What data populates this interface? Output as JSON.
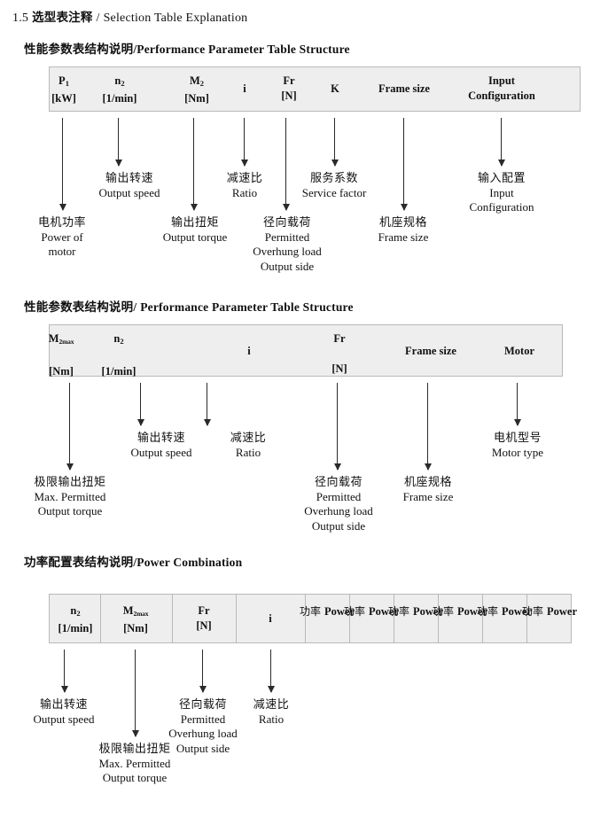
{
  "page": {
    "heading": {
      "number": "1.5",
      "cn": "选型表注释",
      "sep": "/",
      "en": "Selection Table Explanation"
    }
  },
  "sections": [
    {
      "title_cn": "性能参数表结构说明",
      "title_sep": "/",
      "title_en": "Performance Parameter Table Structure",
      "table": {
        "headers": [
          {
            "symbol": "P",
            "sub": "1",
            "unit": "[kW]"
          },
          {
            "symbol": "n",
            "sub": "2",
            "unit": "[1/min]"
          },
          {
            "symbol": "M",
            "sub": "2",
            "unit": "[Nm]"
          },
          {
            "symbol": "i",
            "sub": "",
            "unit": ""
          },
          {
            "symbol": "Fr",
            "sub": "",
            "unit": "[N]"
          },
          {
            "symbol": "K",
            "sub": "",
            "unit": ""
          },
          {
            "symbol": "Frame size",
            "sub": "",
            "unit": ""
          },
          {
            "symbol": "Input",
            "sub": "",
            "unit": "Configuration"
          }
        ]
      },
      "annotations": [
        {
          "cn": "电机功率",
          "en": [
            "Power of",
            "motor"
          ]
        },
        {
          "cn": "输出转速",
          "en": [
            "Output speed"
          ]
        },
        {
          "cn": "输出扭矩",
          "en": [
            "Output torque"
          ]
        },
        {
          "cn": "减速比",
          "en": [
            "Ratio"
          ]
        },
        {
          "cn": "径向载荷",
          "en": [
            "Permitted",
            "Overhung load",
            "Output side"
          ]
        },
        {
          "cn": "服务系数",
          "en": [
            "Service factor"
          ]
        },
        {
          "cn": "机座规格",
          "en": [
            "Frame size"
          ]
        },
        {
          "cn": "输入配置",
          "en": [
            "Input",
            "Configuration"
          ]
        }
      ]
    },
    {
      "title_cn": "性能参数表结构说明",
      "title_sep": "/",
      "title_en": "Performance Parameter Table Structure",
      "table": {
        "headers": [
          {
            "symbol": "M",
            "sub": "2max",
            "unit": "[Nm]"
          },
          {
            "symbol": "n",
            "sub": "2",
            "unit": "[1/min]"
          },
          {
            "symbol": "i",
            "sub": "",
            "unit": ""
          },
          {
            "symbol": "Fr",
            "sub": "",
            "unit": "[N]"
          },
          {
            "symbol": "Frame size",
            "sub": "",
            "unit": ""
          },
          {
            "symbol": "Motor",
            "sub": "",
            "unit": ""
          }
        ]
      },
      "annotations": [
        {
          "cn": "极限输出扭矩",
          "en": [
            "Max. Permitted",
            "Output   torque"
          ]
        },
        {
          "cn": "输出转速",
          "en": [
            "Output speed"
          ]
        },
        {
          "cn": "减速比",
          "en": [
            "Ratio"
          ]
        },
        {
          "cn": "径向载荷",
          "en": [
            "Permitted",
            "Overhung load",
            "Output side"
          ]
        },
        {
          "cn": "机座规格",
          "en": [
            "Frame size"
          ]
        },
        {
          "cn": "电机型号",
          "en": [
            "Motor type"
          ]
        }
      ]
    },
    {
      "title_cn": "功率配置表结构说明",
      "title_sep": "/",
      "title_en": "Power Combination",
      "table": {
        "headers": [
          {
            "symbol": "n",
            "sub": "2",
            "unit": "[1/min]"
          },
          {
            "symbol": "M",
            "sub": "2max",
            "unit": "[Nm]"
          },
          {
            "symbol": "Fr",
            "sub": "",
            "unit": "[N]"
          },
          {
            "symbol": "i",
            "sub": "",
            "unit": ""
          }
        ],
        "power_columns": [
          {
            "cn": "功率",
            "en": "Power"
          },
          {
            "cn": "功率",
            "en": "Power"
          },
          {
            "cn": "功率",
            "en": "Power"
          },
          {
            "cn": "功率",
            "en": "Power"
          },
          {
            "cn": "功率",
            "en": "Power"
          },
          {
            "cn": "功率",
            "en": "Power"
          }
        ]
      },
      "annotations": [
        {
          "cn": "输出转速",
          "en": [
            "Output speed"
          ]
        },
        {
          "cn": "极限输出扭矩",
          "en": [
            "Max. Permitted",
            "Output   torque"
          ]
        },
        {
          "cn": "径向载荷",
          "en": [
            "Permitted",
            "Overhung load",
            "Output side"
          ]
        },
        {
          "cn": "减速比",
          "en": [
            "Ratio"
          ]
        }
      ]
    }
  ]
}
